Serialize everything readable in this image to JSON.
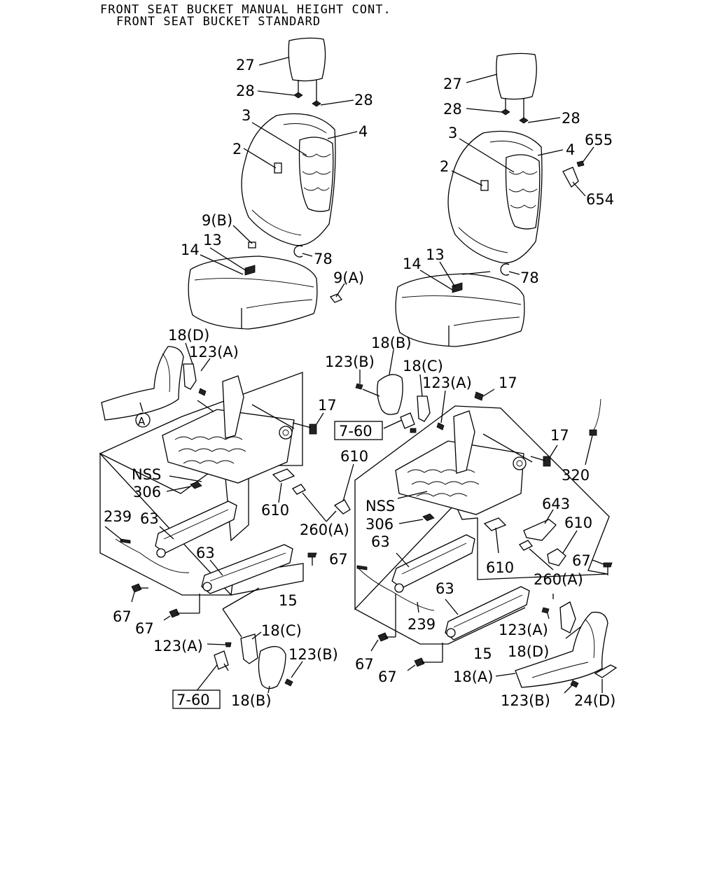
{
  "title_line_1": "FRONT SEAT BUCKET MANUAL HEIGHT CONT.",
  "title_line_2": "FRONT SEAT BUCKET STANDARD",
  "labels": {
    "l27a": "27",
    "l28a1": "28",
    "l28a2": "28",
    "l3a": "3",
    "l4a": "4",
    "l2a": "2",
    "l9b": "9(B)",
    "l13a": "13",
    "l14a": "14",
    "l78a": "78",
    "l9a": "9(A)",
    "l18d_a": "18(D)",
    "l123a_a": "123(A)",
    "lAref": "A",
    "l17a": "17",
    "lref760a": "7-60",
    "l610a1": "610",
    "lnss_a": "NSS",
    "l306a": "306",
    "l610a2": "610",
    "l260a_a": "260(A)",
    "l239a": "239",
    "l63a1": "63",
    "l63a2": "63",
    "l67a1": "67",
    "l15a": "15",
    "l67a2": "67",
    "l67a3": "67",
    "l123a_b": "123(A)",
    "l18c_a": "18(C)",
    "l123b_a": "123(B)",
    "lref760b": "7-60",
    "l18b_a": "18(B)",
    "l27b": "27",
    "l28b1": "28",
    "l28b2": "28",
    "l3b": "3",
    "l4b": "4",
    "l655": "655",
    "l2b": "2",
    "l654": "654",
    "l13b": "13",
    "l14b": "14",
    "l78b": "78",
    "l18b_b": "18(B)",
    "l123b_b": "123(B)",
    "l18c_b": "18(C)",
    "l123a_c": "123(A)",
    "l17b1": "17",
    "l17b2": "17",
    "l320": "320",
    "lnss_b": "NSS",
    "l306b": "306",
    "l643": "643",
    "l610b1": "610",
    "l63b1": "63",
    "l610b2": "610",
    "l67b1": "67",
    "l260a_b": "260(A)",
    "l63b2": "63",
    "l123a_d": "123(A)",
    "l239b": "239",
    "l15b": "15",
    "l18d_b": "18(D)",
    "l67b2": "67",
    "l67b3": "67",
    "l18a": "18(A)",
    "l123b_c": "123(B)",
    "l24d": "24(D)"
  }
}
